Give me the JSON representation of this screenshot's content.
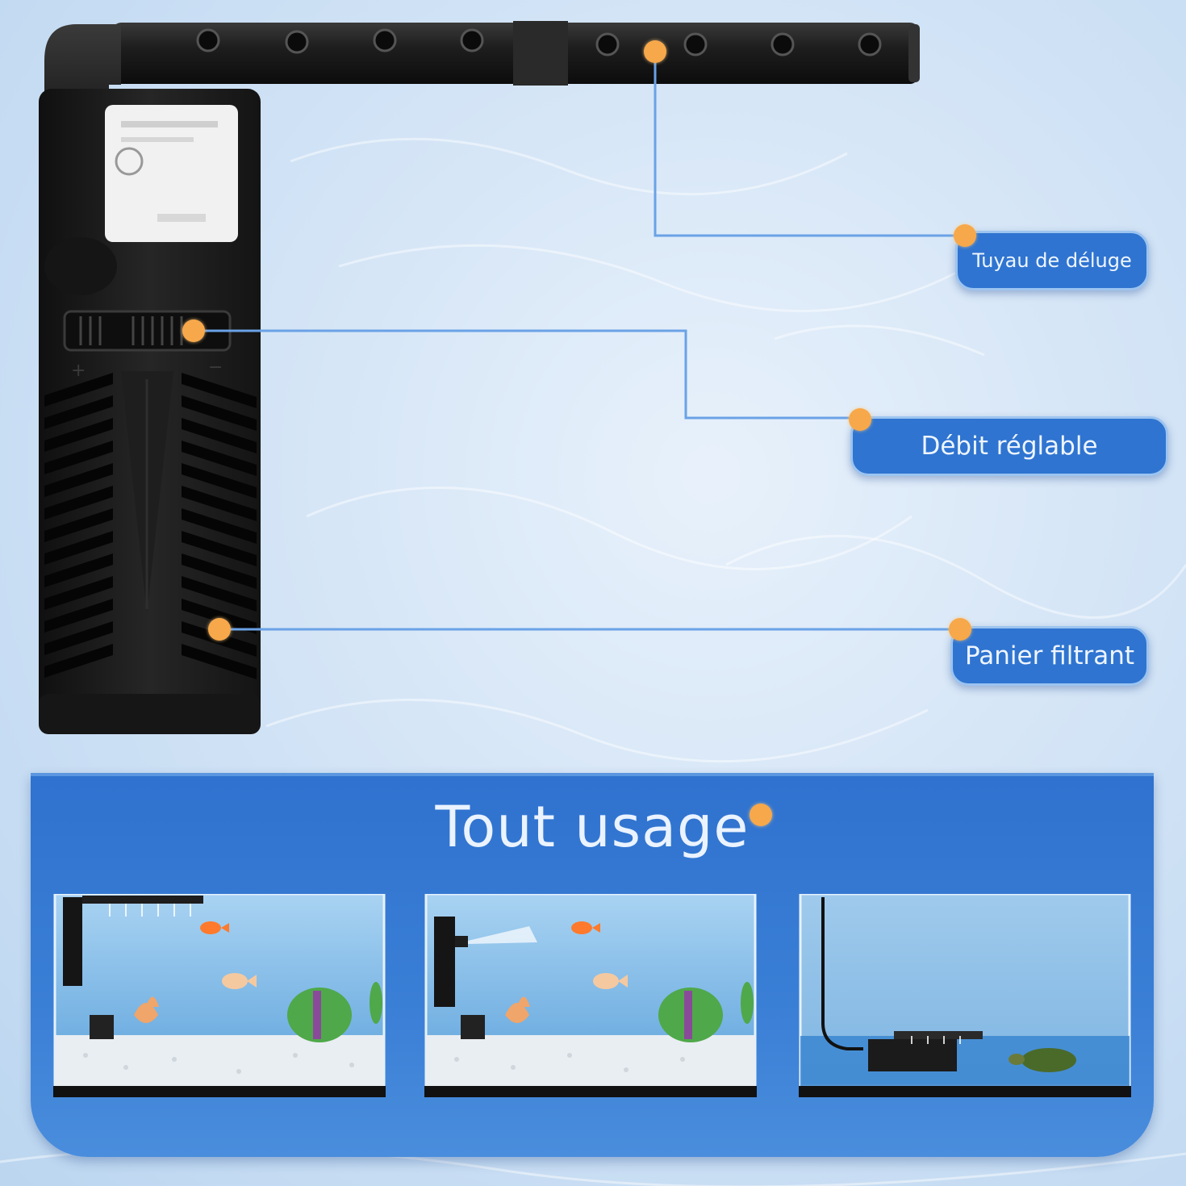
{
  "labels": {
    "outlet_pipe": "Tuyau de déluge",
    "flow_control": "Débit réglable",
    "filter_basket": "Panier filtrant"
  },
  "usage": {
    "title": "Tout usage",
    "scenes": [
      {
        "id": "top-spray"
      },
      {
        "id": "side-jet"
      },
      {
        "id": "shallow-turtle"
      }
    ]
  },
  "colors": {
    "accent_blue": "#2f74d0",
    "dot_orange": "#f7a84a",
    "connector_blue": "#6aa2e6",
    "device_black": "#1b1b1b"
  }
}
